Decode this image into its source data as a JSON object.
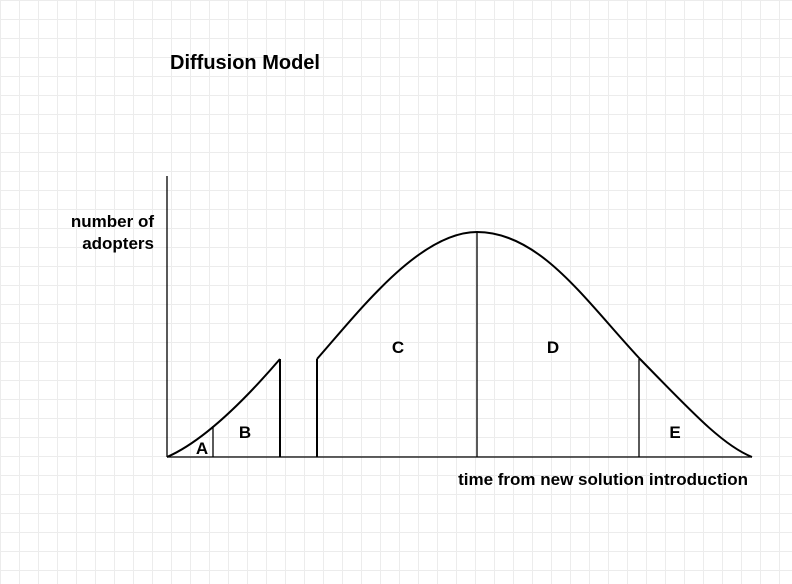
{
  "title": "Diffusion Model",
  "axis": {
    "y_label_line1": "number of",
    "y_label_line2": "adopters",
    "x_label": "time from new solution introduction"
  },
  "segments": {
    "a": "A",
    "b": "B",
    "c": "C",
    "d": "D",
    "e": "E"
  },
  "colors": {
    "line": "#000000",
    "grid": "#ececec"
  }
}
